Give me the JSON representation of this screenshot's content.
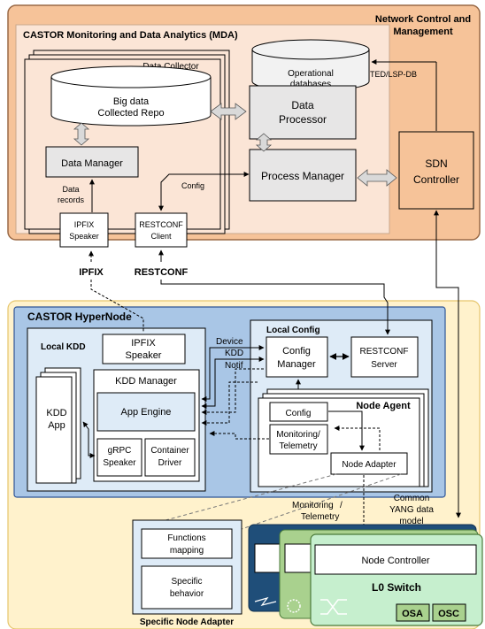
{
  "colors": {
    "orange_panel": "#f6c399",
    "orange_border": "#9a6a47",
    "mda_panel": "#fbe5d6",
    "yellow_panel": "#fff2cc",
    "blue_panel": "#a9c6e6",
    "blue_border": "#2f5597",
    "gray_box": "#e7e6e6",
    "green_card": "#c6efce",
    "dark_blue_card": "#1f4e79"
  },
  "icons": [
    "database-icon",
    "dashed-arrow-icon",
    "bidirectional-block-arrow-icon",
    "optical-switch-icon",
    "star-burst-icon"
  ],
  "network_control": {
    "title_line1": "Network Control and",
    "title_line2": "Management"
  },
  "mda": {
    "title": "CASTOR Monitoring and Data Analytics (MDA)",
    "operational_db_line1": "Operational",
    "operational_db_line2": "databases",
    "ted_lsp": "TED/LSP-DB",
    "data_collector": "Data Collector",
    "big_data_line1": "Big data",
    "big_data_line2": "Collected Repo",
    "data_processor_line1": "Data",
    "data_processor_line2": "Processor",
    "data_manager": "Data Manager",
    "process_manager": "Process Manager",
    "config": "Config",
    "data_records_line1": "Data",
    "data_records_line2": "records",
    "ipfix_speaker_line1": "IPFIX",
    "ipfix_speaker_line2": "Speaker",
    "restconf_client_line1": "RESTCONF",
    "restconf_client_line2": "Client",
    "sdn_line1": "SDN",
    "sdn_line2": "Controller"
  },
  "protocols": {
    "ipfix": "IPFIX",
    "restconf": "RESTCONF"
  },
  "hypernode": {
    "title": "CASTOR HyperNode",
    "local_kdd": "Local KDD",
    "ipfix_speaker_line1": "IPFIX",
    "ipfix_speaker_line2": "Speaker",
    "kdd_app_line1": "KDD",
    "kdd_app_line2": "App",
    "kdd_manager": "KDD Manager",
    "app_engine": "App Engine",
    "grpc_line1": "gRPC",
    "grpc_line2": "Speaker",
    "container_line1": "Container",
    "container_line2": "Driver",
    "device": "Device",
    "kdd": "KDD",
    "notif": "Notif",
    "local_config": "Local Config",
    "config_manager_line1": "Config",
    "config_manager_line2": "Manager",
    "restconf_server_line1": "RESTCONF",
    "restconf_server_line2": "Server",
    "node_agent": "Node Agent",
    "config": "Config",
    "monitoring_line1": "Monitoring/",
    "monitoring_line2": "Telemetry",
    "node_adapter": "Node Adapter"
  },
  "bottom": {
    "monitoring_telemetry_line1": "Monitoring",
    "monitoring_telemetry_line2": "/ ",
    "monitoring_telemetry_line3": "Telemetry",
    "common_yang_line1": "Common",
    "common_yang_line2": "YANG data",
    "common_yang_line3": "model",
    "functions_mapping_line1": "Functions",
    "functions_mapping_line2": "mapping",
    "specific_behavior_line1": "Specific",
    "specific_behavior_line2": "behavior",
    "specific_node_adapter": "Specific Node Adapter",
    "node_controller": "Node Controller",
    "l0_switch": "L0 Switch",
    "osa": "OSA",
    "osc": "OSC"
  }
}
